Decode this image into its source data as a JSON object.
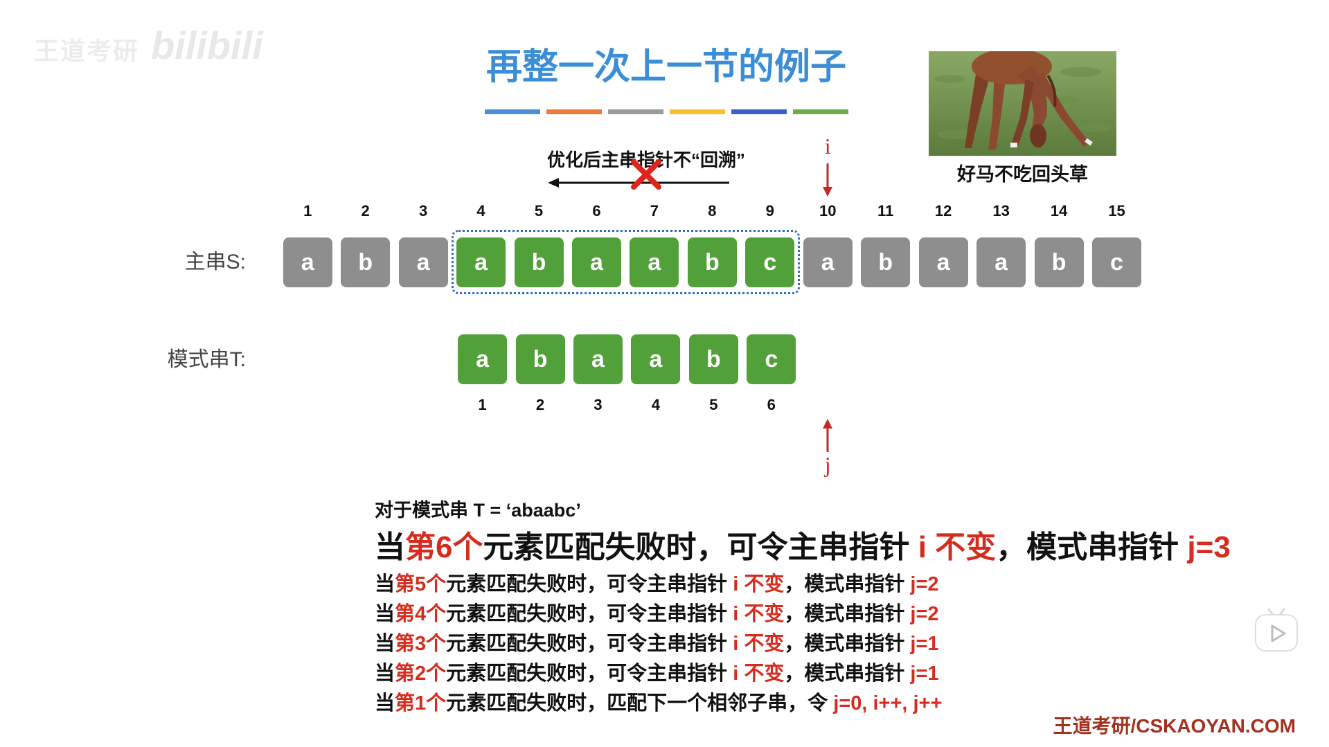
{
  "watermark": {
    "logo_text": "王道考研",
    "brand": "bilibili"
  },
  "title": "再整一次上一节的例子",
  "title_underline_colors": [
    "#4a90d9",
    "#ee7b3b",
    "#9b9b9b",
    "#f5c02a",
    "#3b5fc7",
    "#6cae46"
  ],
  "photo": {
    "caption": "好马不吃回头草"
  },
  "annotation": {
    "text": "优化后主串指针不“回溯”"
  },
  "pointers": {
    "i": {
      "label": "i",
      "main_index": 10
    },
    "j": {
      "label": "j",
      "main_index": 10
    }
  },
  "main_string": {
    "label": "主串S:",
    "indices": [
      1,
      2,
      3,
      4,
      5,
      6,
      7,
      8,
      9,
      10,
      11,
      12,
      13,
      14,
      15
    ],
    "chars": [
      "a",
      "b",
      "a",
      "a",
      "b",
      "a",
      "a",
      "b",
      "c",
      "a",
      "b",
      "a",
      "a",
      "b",
      "c"
    ],
    "highlighted_indices": [
      4,
      5,
      6,
      7,
      8,
      9
    ]
  },
  "pattern": {
    "label": "模式串T:",
    "indices": [
      1,
      2,
      3,
      4,
      5,
      6
    ],
    "chars": [
      "a",
      "b",
      "a",
      "a",
      "b",
      "c"
    ],
    "aligned_at_main_index": 4
  },
  "explanation": {
    "intro": "对于模式串 T = ‘abaabc’",
    "headline": [
      {
        "text": "当",
        "emphasis": false
      },
      {
        "text": "第6个",
        "emphasis": true
      },
      {
        "text": "元素匹配失败时，可令主串指针 ",
        "emphasis": false
      },
      {
        "text": "i 不变",
        "emphasis": true
      },
      {
        "text": "，模式串指针 ",
        "emphasis": false
      },
      {
        "text": "j=3",
        "emphasis": true
      }
    ],
    "rules": [
      [
        {
          "text": "当",
          "emphasis": false
        },
        {
          "text": "第5个",
          "emphasis": true
        },
        {
          "text": "元素匹配失败时，可令主串指针 ",
          "emphasis": false
        },
        {
          "text": "i 不变",
          "emphasis": true
        },
        {
          "text": "，模式串指针 ",
          "emphasis": false
        },
        {
          "text": "j=2",
          "emphasis": true
        }
      ],
      [
        {
          "text": "当",
          "emphasis": false
        },
        {
          "text": "第4个",
          "emphasis": true
        },
        {
          "text": "元素匹配失败时，可令主串指针 ",
          "emphasis": false
        },
        {
          "text": "i 不变",
          "emphasis": true
        },
        {
          "text": "，模式串指针 ",
          "emphasis": false
        },
        {
          "text": "j=2",
          "emphasis": true
        }
      ],
      [
        {
          "text": "当",
          "emphasis": false
        },
        {
          "text": "第3个",
          "emphasis": true
        },
        {
          "text": "元素匹配失败时，可令主串指针 ",
          "emphasis": false
        },
        {
          "text": "i 不变",
          "emphasis": true
        },
        {
          "text": "，模式串指针 ",
          "emphasis": false
        },
        {
          "text": "j=1",
          "emphasis": true
        }
      ],
      [
        {
          "text": "当",
          "emphasis": false
        },
        {
          "text": "第2个",
          "emphasis": true
        },
        {
          "text": "元素匹配失败时，可令主串指针 ",
          "emphasis": false
        },
        {
          "text": "i 不变",
          "emphasis": true
        },
        {
          "text": "，模式串指针 ",
          "emphasis": false
        },
        {
          "text": "j=1",
          "emphasis": true
        }
      ],
      [
        {
          "text": "当",
          "emphasis": false
        },
        {
          "text": "第1个",
          "emphasis": true
        },
        {
          "text": "元素匹配失败时，匹配下一个相邻子串，令 ",
          "emphasis": false
        },
        {
          "text": "j=0, i++, j++",
          "emphasis": true
        }
      ]
    ]
  },
  "footer": "王道考研/CSKAOYAN.COM",
  "icons": {
    "play": "play-button-icon",
    "cross": "cross-mark-icon"
  },
  "colors": {
    "title": "#3b8ed6",
    "box_gray": "#8e8e8e",
    "box_green": "#52a03a",
    "pointer_red": "#c62828",
    "emphasis_red": "#d62c1f",
    "text": "#111111",
    "outline": "#2d6cc0",
    "footer": "#a3301f"
  }
}
